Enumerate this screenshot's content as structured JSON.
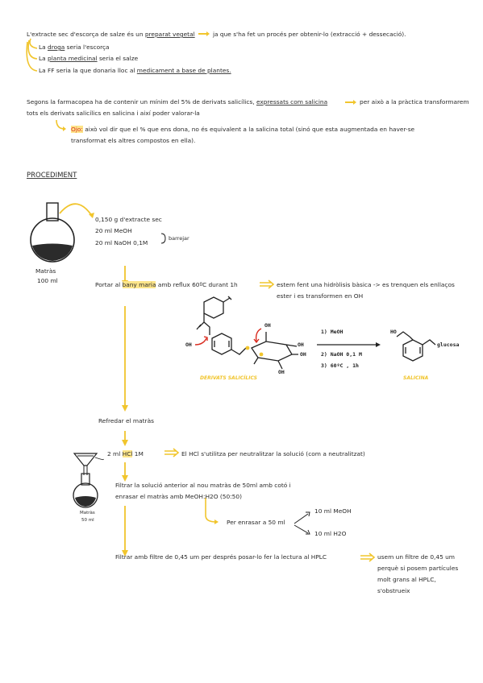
{
  "intro": {
    "line1_pre": "L'extracte sec d'escorça de salze és un ",
    "line1_u1": "preparat vegetal",
    "line1_post": "ja que s'ha fet un procés per obtenir-lo (extracció + dessecació).",
    "b1_pre": "La ",
    "b1_u": "droga",
    "b1_post": " seria l'escorça",
    "b2_pre": "La ",
    "b2_u": "planta medicinal",
    "b2_post": " seria el salze",
    "b3_pre": "La FF seria la que donaria lloc al ",
    "b3_u": "medicament a base de plantes.",
    "p2_l1_pre": "Segons la farmacopea ha de contenir un mínim del 5% de derivats salicílics, ",
    "p2_l1_u": "expressats com salicina",
    "p2_l1_post": "per això a la pràctica transformarem",
    "p2_l2": "tots els derivats salicílics en salicina i així poder valorar-la",
    "ojo_label": "Ojo:",
    "ojo_l1": " això vol dir que el % que ens dona, no és equivalent a la salicina total (sinó que esta augmentada en haver-se",
    "ojo_l2": "transformat els altres compostos en ella)."
  },
  "procediment": {
    "title": "PROCEDIMENT",
    "flask1_l1": "Matràs",
    "flask1_l2": "100 ml",
    "reagent1": "0,150 g d'extracte sec",
    "reagent2": "20 ml MeOH",
    "reagent3": "20 ml NaOH 0,1M",
    "barrejar": "barrejar",
    "step1_pre": "Portar al ",
    "step1_hl": "bany maria",
    "step1_post": " amb reflux 60ºC durant 1h",
    "step1_note_l1": "estem fent una hidròlisis bàsica -> es trenquen els enllaços",
    "step1_note_l2": "ester i es transformen en OH",
    "step2": "Refredar el matràs",
    "step3_pre": "2 ml ",
    "step3_hl": "HCl",
    "step3_post": " 1M",
    "step3_note": "El HCl s'utilitza per neutralitzar la solució (com a neutralitzat)",
    "flask2_l1": "Matràs",
    "flask2_l2": "50 ml",
    "step4_l1": "Filtrar la solució anterior al nou matràs de 50ml amb cotó i",
    "step4_l2": "enrasar el matràs amb MeOH:H2O (50:50)",
    "enrasar": "Per enrasar a 50 ml",
    "enrasar_a": "10 ml MeOH",
    "enrasar_b": "10 ml H2O",
    "step5": "Filtrar amb filtre de 0,45 um per després posar-lo fer la lectura al HPLC",
    "step5_note_l1": "usem un filtre de 0,45 um",
    "step5_note_l2": "perquè si posem partícules",
    "step5_note_l3": "molt grans al HPLC,",
    "step5_note_l4": "s'obstrueix"
  },
  "reaction": {
    "oh1": "OH",
    "oh2": "OH",
    "oh3": "OH",
    "oh4": "OH",
    "oh5": "OH",
    "cond1": "1) MeOH",
    "cond2": "2) NaOH 0,1 M",
    "cond3": "3) 60ºC , 1h",
    "ho": "HO",
    "glucosa": "glucosa",
    "reactant_label": "DERIVATS SALICÍLICS",
    "product_label": "SALICINA"
  },
  "colors": {
    "highlight": "#fde58a",
    "accent": "#f1c52d",
    "red": "#d92b1f"
  }
}
